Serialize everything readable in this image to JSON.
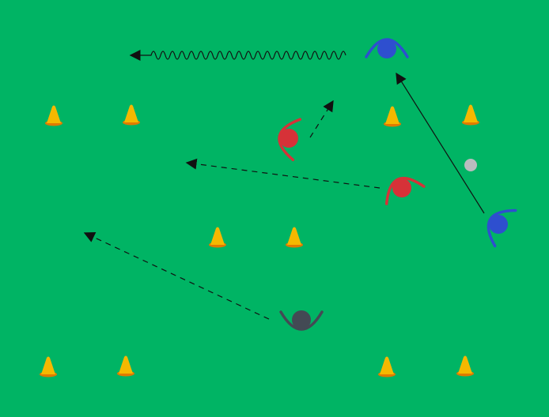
{
  "pitch": {
    "background": "#00b464"
  },
  "colors": {
    "cone_fill": "#f5b800",
    "cone_base": "#e07a00",
    "team_blue": "#2e4fcf",
    "team_red": "#d63238",
    "neutral_dark": "#434a54",
    "ball": "#b9bcbf",
    "line": "#111111"
  },
  "icons": {
    "cone": "cone-icon",
    "player": "player-icon",
    "ball": "ball-icon",
    "pass": "dashed-arrow",
    "run": "solid-arrow",
    "dribble": "wavy-arrow"
  }
}
